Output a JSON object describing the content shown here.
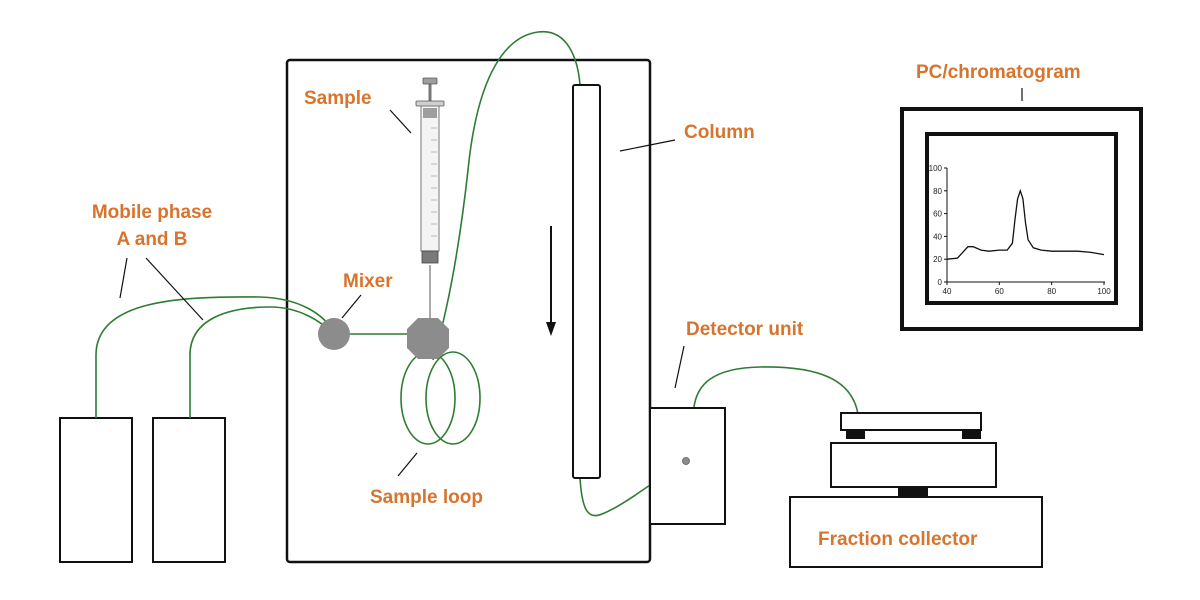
{
  "colors": {
    "label": "#d8742d",
    "tubing": "#2e7d32",
    "outline": "#111111",
    "fitting": "#8c8c8c"
  },
  "labels": {
    "sample": "Sample",
    "column": "Column",
    "mobile_phase_line1": "Mobile phase",
    "mobile_phase_line2": "A and B",
    "mixer": "Mixer",
    "detector": "Detector unit",
    "sample_loop": "Sample loop",
    "pc": "PC/chromatogram",
    "fraction_collector": "Fraction collector"
  },
  "chart_data": {
    "type": "line",
    "x_ticks": [
      "40",
      "60",
      "80",
      "100"
    ],
    "y_ticks": [
      "0",
      "20",
      "40",
      "60",
      "80",
      "100"
    ],
    "xlim": [
      40,
      100
    ],
    "ylim": [
      0,
      100
    ],
    "series": [
      {
        "x": [
          40,
          44,
          46,
          48,
          50,
          53,
          56,
          60,
          63,
          65,
          66,
          67,
          68,
          69,
          70,
          71,
          73,
          76,
          80,
          85,
          90,
          95,
          100
        ],
        "y": [
          20,
          21,
          26,
          31,
          31,
          28,
          27,
          28,
          28,
          34,
          55,
          73,
          80,
          73,
          52,
          37,
          30,
          28,
          27,
          27,
          27,
          26,
          24
        ]
      }
    ]
  }
}
